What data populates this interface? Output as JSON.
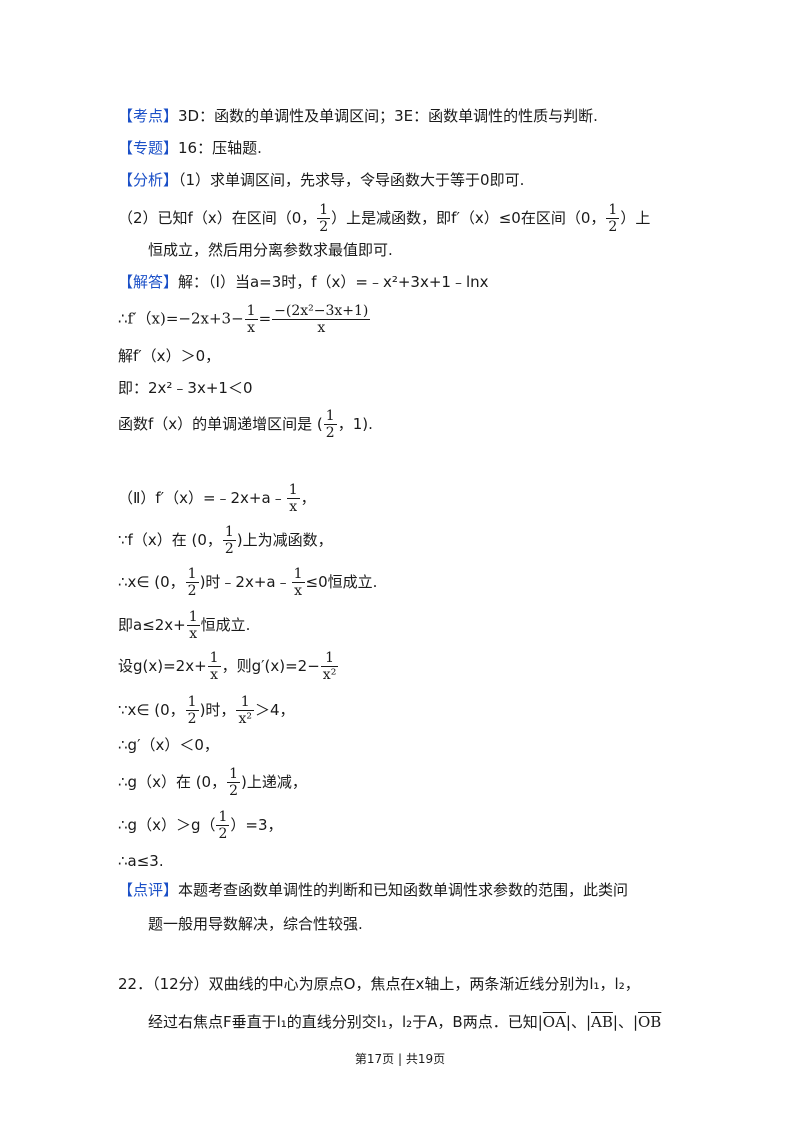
{
  "kaodian": {
    "tag": "【考点】",
    "text": "3D：函数的单调性及单调区间；3E：函数单调性的性质与判断."
  },
  "zhuanti": {
    "tag": "【专题】",
    "text": "16：压轴题."
  },
  "fenxi": {
    "tag": "【分析】",
    "line1": "（1）求单调区间，先求导，令导函数大于等于0即可.",
    "line2a": "（2）已知f（x）在区间（0，",
    "line2b": "）上是减函数，即f′（x）≤0在区间（0，",
    "line2c": "）上",
    "line3": "恒成立，然后用分离参数求最值即可.",
    "half_n": "1",
    "half_d": "2"
  },
  "jieda": {
    "tag": "【解答】",
    "l1": "解：（Ⅰ）当a=3时，f（x）=﹣x²+3x+1﹣lnx",
    "l2a": "∴f′（x)=−2x+3−",
    "l2_n1": "1",
    "l2_d1": "x",
    "l2b": "=",
    "l2_n2": "−(2x²−3x+1)",
    "l2_d2": "x",
    "l3": "解f′（x）＞0，",
    "l4": "即：2x²﹣3x+1＜0",
    "l5a": "函数f（x）的单调递增区间是 (",
    "l5_n": "1",
    "l5_d": "2",
    "l5b": "，1).",
    "p2_1a": "（Ⅱ）f′（x）=﹣2x+a﹣",
    "p2_1n": "1",
    "p2_1d": "x",
    "p2_1b": "，",
    "p2_2a": "∵f（x）在 (0，",
    "p2_2n": "1",
    "p2_2d": "2",
    "p2_2b": ")上为减函数，",
    "p2_3a": "∴x∈ (0，",
    "p2_3n": "1",
    "p2_3d": "2",
    "p2_3b": ")时﹣2x+a﹣",
    "p2_3n2": "1",
    "p2_3d2": "x",
    "p2_3c": "≤0恒成立.",
    "p2_4a": "即a≤2x+",
    "p2_4n": "1",
    "p2_4d": "x",
    "p2_4b": "恒成立.",
    "p2_5a": "设g(x)=2x+",
    "p2_5n": "1",
    "p2_5d": "x",
    "p2_5b": "，则g′(x)=2−",
    "p2_5n2": "1",
    "p2_5d2": "x²",
    "p2_6a": "∵x∈ (0，",
    "p2_6n": "1",
    "p2_6d": "2",
    "p2_6b": ")时，",
    "p2_6n2": "1",
    "p2_6d2": "x²",
    "p2_6c": "＞4，",
    "p2_7": "∴g′（x）＜0，",
    "p2_8a": "∴g（x）在 (0，",
    "p2_8n": "1",
    "p2_8d": "2",
    "p2_8b": ")上递减，",
    "p2_9a": "∴g（x）＞g（",
    "p2_9n": "1",
    "p2_9d": "2",
    "p2_9b": "）=3，",
    "p2_10": "∴a≤3."
  },
  "dianping": {
    "tag": "【点评】",
    "line1": "本题考查函数单调性的判断和已知函数单调性求参数的范围，此类问",
    "line2": "题一般用导数解决，综合性较强."
  },
  "q22": {
    "line1": "22．（12分）双曲线的中心为原点O，焦点在x轴上，两条渐近线分别为l₁，l₂，",
    "line2a": "经过右焦点F垂直于l₁的直线分别交l₁，l₂于A，B两点．已知|",
    "oa": "OA",
    "sep1": "|、|",
    "ab": "AB",
    "sep2": "|、|",
    "ob": "OB"
  },
  "footer": "第17页 | 共19页"
}
